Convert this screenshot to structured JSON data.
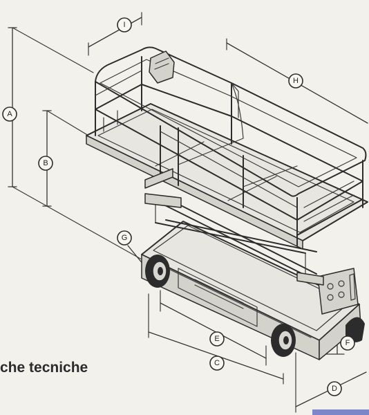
{
  "figure": {
    "caption": "che tecniche",
    "partial_footer_text": "",
    "accent_bar_color": "#7d86c9"
  },
  "dimension_labels": [
    "A",
    "B",
    "C",
    "D",
    "E",
    "F",
    "G",
    "H",
    "I"
  ]
}
